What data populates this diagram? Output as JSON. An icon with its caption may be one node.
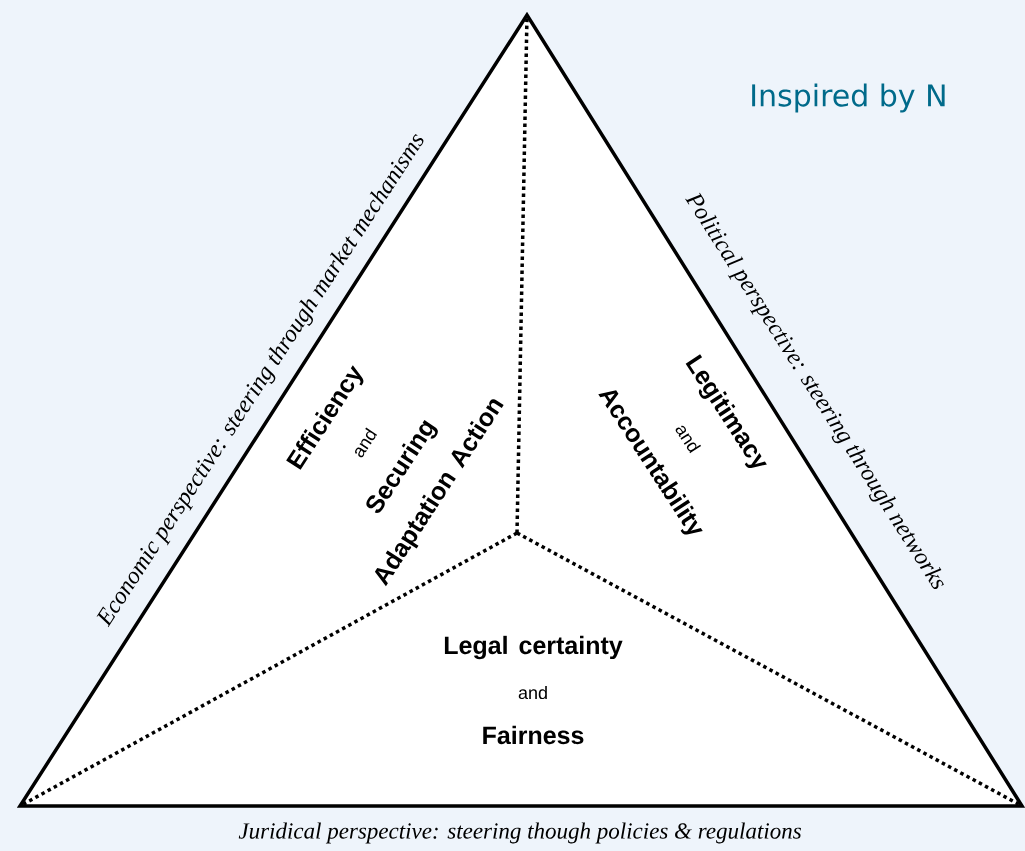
{
  "diagram": {
    "nodes": [
      {
        "text": [],
        "shape": "triangle"
      },
      {
        "text": [
          "Efficiency",
          "and",
          "Securing Adaptation Action"
        ],
        "in": 0
      },
      {
        "text": [
          "Legitimacy",
          "and",
          "Accountability"
        ],
        "in": 0
      },
      {
        "text": [
          "Legal certainty",
          "and",
          "Fairness"
        ],
        "in": 0
      }
    ],
    "labels": [
      "Inspired by N",
      "Economic perspective: steering through market mechanisms",
      "Political perspective: steering through networks",
      "Juridical perspective: steering though policies & regulations"
    ]
  }
}
